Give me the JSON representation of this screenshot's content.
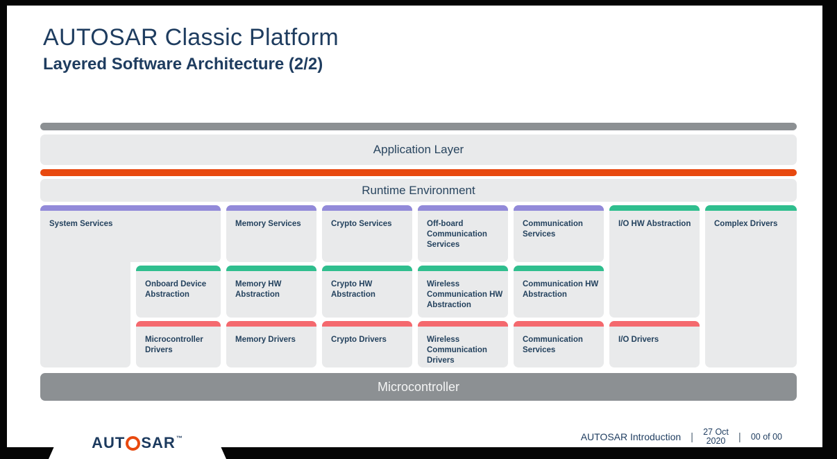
{
  "slide": {
    "title": "AUTOSAR Classic Platform",
    "subtitle": "Layered Software Architecture (2/2)"
  },
  "layers": {
    "application": "Application Layer",
    "rte": "Runtime Environment",
    "microcontroller": "Microcontroller"
  },
  "blocks": {
    "system_services": "System Services",
    "memory_services": "Memory Services",
    "crypto_services": "Crypto Services",
    "offboard_comm_services": "Off-board Communication Services",
    "communication_services": "Communication Services",
    "io_hw_abstraction": "I/O HW Abstraction",
    "complex_drivers": "Complex Drivers",
    "onboard_device_abstraction": "Onboard Device Abstraction",
    "memory_hw_abstraction": "Memory HW Abstraction",
    "crypto_hw_abstraction": "Crypto HW Abstraction",
    "wireless_comm_hw_abstraction": "Wireless Communication HW Abstraction",
    "communication_hw_abstraction": "Communication HW Abstraction",
    "microcontroller_drivers": "Microcontroller Drivers",
    "memory_drivers": "Memory Drivers",
    "crypto_drivers": "Crypto Drivers",
    "wireless_comm_drivers": "Wireless Communication Drivers",
    "bottom_communication": "Communication Services",
    "io_drivers": "I/O Drivers"
  },
  "colors": {
    "navy_text": "#1e3c5f",
    "services_purple": "#928ad9",
    "abstraction_green": "#2fbe8e",
    "drivers_red": "#f4696e",
    "rte_orange": "#e8490f",
    "gray_bar": "#8c9093",
    "block_bg": "#e9eaeb"
  },
  "footer": {
    "doc_title": "AUTOSAR Introduction",
    "divider": "|",
    "date_line1": "27 Oct",
    "date_line2": "2020",
    "page_info": "00 of 00"
  },
  "logo": {
    "part1": "AUT",
    "part2": "SAR",
    "tm": "™",
    "gear": "gear-o-icon"
  }
}
